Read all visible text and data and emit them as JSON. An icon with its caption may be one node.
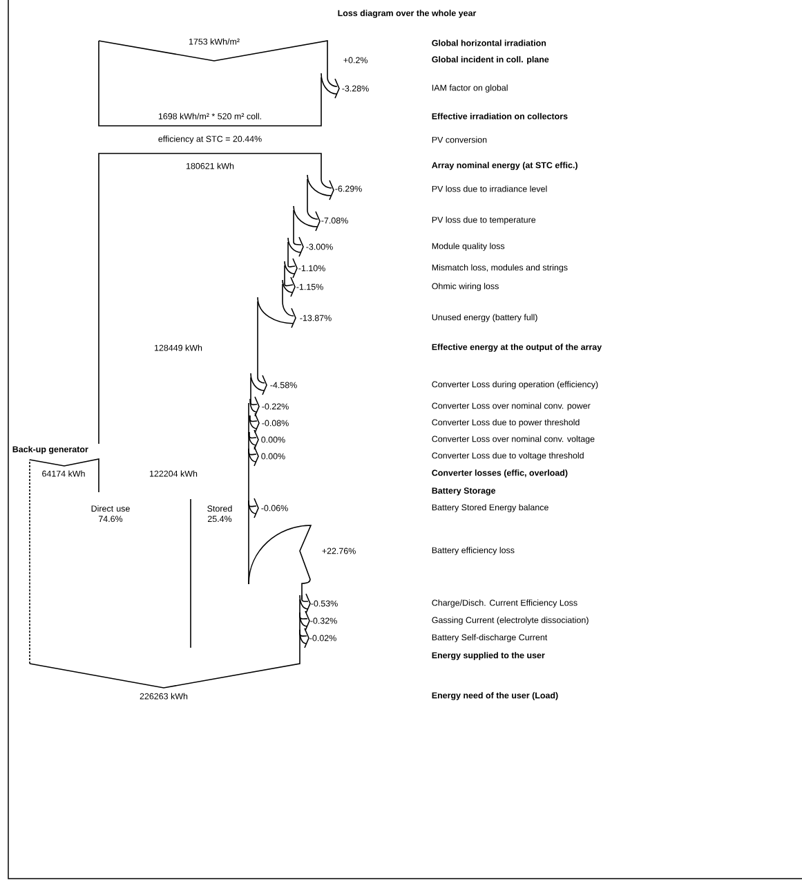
{
  "diagram": {
    "title": "Loss diagram over the whole year",
    "labels": [
      "1753 kWh/m²",
      "Global horizontal irradiation",
      "+0.2%",
      "Global incident in coll. plane",
      "-3.28%",
      "IAM factor on global",
      "1698 kWh/m² * 520 m² coll.",
      "Effective irradiation on collectors",
      "efficiency at STC = 20.44%",
      "PV conversion",
      "180621 kWh",
      "Array nominal energy (at STC effic.)",
      "-6.29%",
      "PV loss due to irradiance level",
      "-7.08%",
      "PV loss due to temperature",
      "-3.00%",
      "Module quality loss",
      "-1.10%",
      "Mismatch loss, modules and strings",
      "-1.15%",
      "Ohmic wiring loss",
      "-13.87%",
      "Unused energy (battery full)",
      "128449 kWh",
      "Effective energy at the output of the array",
      "-4.58%",
      "Converter Loss during operation (efficiency)",
      "-0.22%",
      "Converter Loss over nominal conv. power",
      "-0.08%",
      "Converter Loss due to power threshold",
      "0.00%",
      "Converter Loss over nominal conv. voltage",
      "Back-up generator",
      "0.00%",
      "Converter Loss due to voltage threshold",
      "64174 kWh",
      "122204 kWh",
      "Converter losses (effic, overload)",
      "Battery Storage",
      "Direct use 74.6%",
      "Stored 25.4%",
      "-0.06%",
      "Battery Stored Energy balance",
      "+22.76%",
      "Battery efficiency loss",
      "-0.53%",
      "Charge/Disch. Current Efficiency Loss",
      "-0.32%",
      "Gassing Current (electrolyte dissociation)",
      "-0.02%",
      "Battery Self-discharge Current",
      "Energy supplied to the user",
      "226263 kWh",
      "Energy need of the user (Load)"
    ]
  }
}
